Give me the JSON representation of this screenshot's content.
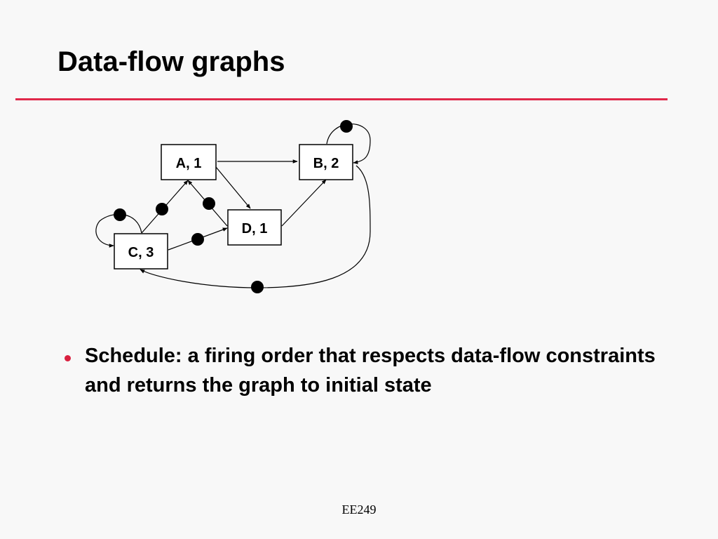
{
  "slide": {
    "title": "Data-flow graphs",
    "accent_color": "#e0284a",
    "bullet_color": "#d9203f"
  },
  "diagram": {
    "nodes": [
      {
        "id": "A",
        "label": "A, 1"
      },
      {
        "id": "B",
        "label": "B, 2"
      },
      {
        "id": "C",
        "label": "C, 3"
      },
      {
        "id": "D",
        "label": "D, 1"
      }
    ],
    "edges": [
      {
        "from": "A",
        "to": "B",
        "tokens": 0
      },
      {
        "from": "A",
        "to": "D",
        "tokens": 0
      },
      {
        "from": "D",
        "to": "A",
        "tokens": 1
      },
      {
        "from": "C",
        "to": "A",
        "tokens": 1
      },
      {
        "from": "C",
        "to": "D",
        "tokens": 1
      },
      {
        "from": "D",
        "to": "B",
        "tokens": 0
      },
      {
        "from": "B",
        "to": "C",
        "tokens": 1
      },
      {
        "from": "B",
        "to": "B",
        "tokens": 1
      },
      {
        "from": "C",
        "to": "C",
        "tokens": 1
      }
    ]
  },
  "bullets": [
    "Schedule: a firing order that respects data-flow constraints and returns the graph to initial state"
  ],
  "footer": {
    "text": "EE249"
  }
}
